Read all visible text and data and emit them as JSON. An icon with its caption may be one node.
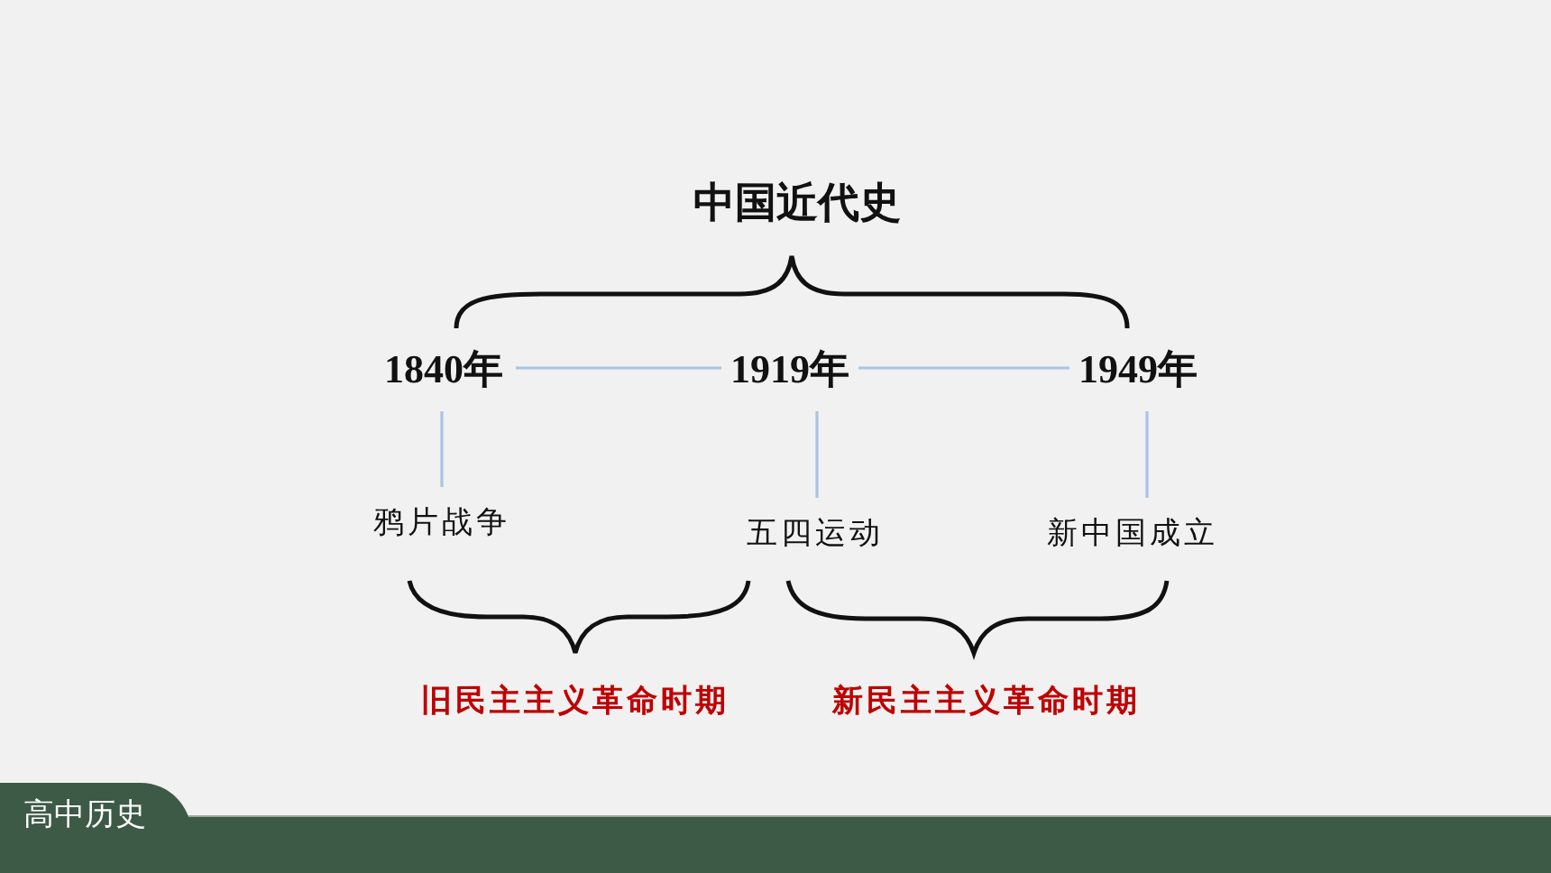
{
  "diagram": {
    "title": "中国近代史",
    "nodes": [
      {
        "text": [
          "1840年"
        ]
      },
      {
        "text": [
          "1919年"
        ]
      },
      {
        "text": [
          "1949年"
        ]
      },
      {
        "text": [
          "鸦片战争"
        ]
      },
      {
        "text": [
          "五四运动"
        ]
      },
      {
        "text": [
          "新中国成立"
        ]
      }
    ],
    "edges": [
      {
        "from": 0,
        "to": 1,
        "arrow": "none"
      },
      {
        "from": 1,
        "to": 2,
        "arrow": "none"
      },
      {
        "from": 0,
        "to": 3,
        "arrow": "none"
      },
      {
        "from": 1,
        "to": 4,
        "arrow": "none"
      },
      {
        "from": 2,
        "to": 5,
        "arrow": "none"
      }
    ],
    "labels": [
      "旧民主主义革命时期",
      "新民主主义革命时期",
      "高中历史"
    ]
  }
}
